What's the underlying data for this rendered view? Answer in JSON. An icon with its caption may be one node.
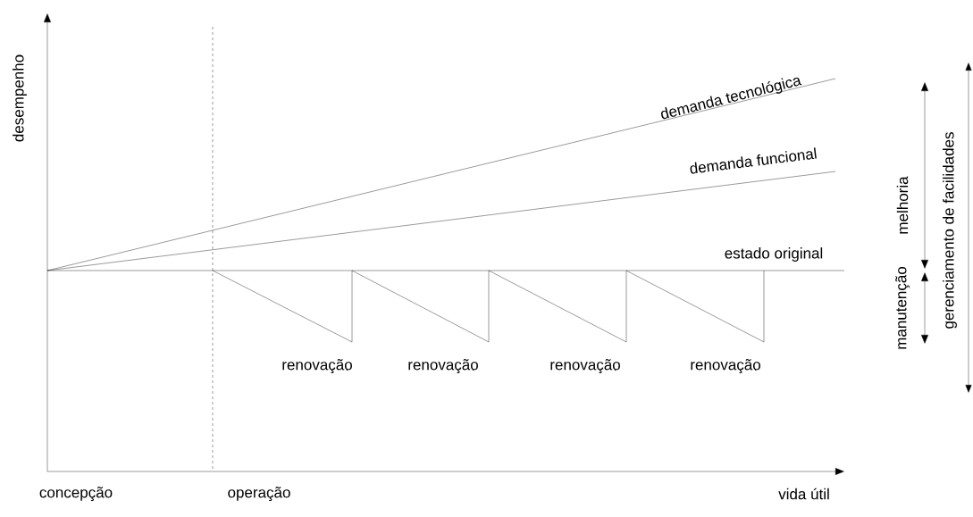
{
  "diagram": {
    "labels": [
      "desempenho",
      "demanda tecnológica",
      "demanda funcional",
      "estado original",
      "renovação",
      "renovação",
      "renovação",
      "renovação",
      "concepção",
      "operação",
      "vida útil",
      "melhoria",
      "manutenção",
      "gerenciamento de facilidades"
    ]
  }
}
